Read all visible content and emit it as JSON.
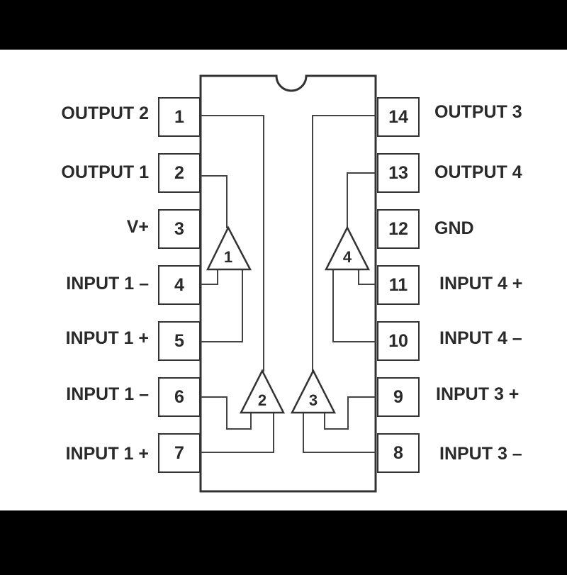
{
  "left_pins": [
    {
      "number": "1",
      "label": "OUTPUT 2"
    },
    {
      "number": "2",
      "label": "OUTPUT 1"
    },
    {
      "number": "3",
      "label": "V+"
    },
    {
      "number": "4",
      "label": "INPUT 1 –"
    },
    {
      "number": "5",
      "label": "INPUT 1 +"
    },
    {
      "number": "6",
      "label": "INPUT 1 –"
    },
    {
      "number": "7",
      "label": "INPUT 1 +"
    }
  ],
  "right_pins": [
    {
      "number": "14",
      "label": "OUTPUT 3"
    },
    {
      "number": "13",
      "label": "OUTPUT 4"
    },
    {
      "number": "12",
      "label": "GND"
    },
    {
      "number": "11",
      "label": "INPUT 4 +"
    },
    {
      "number": "10",
      "label": "INPUT 4 –"
    },
    {
      "number": "9",
      "label": "INPUT 3 +"
    },
    {
      "number": "8",
      "label": "INPUT 3 –"
    }
  ],
  "amplifiers": [
    "1",
    "2",
    "3",
    "4"
  ]
}
